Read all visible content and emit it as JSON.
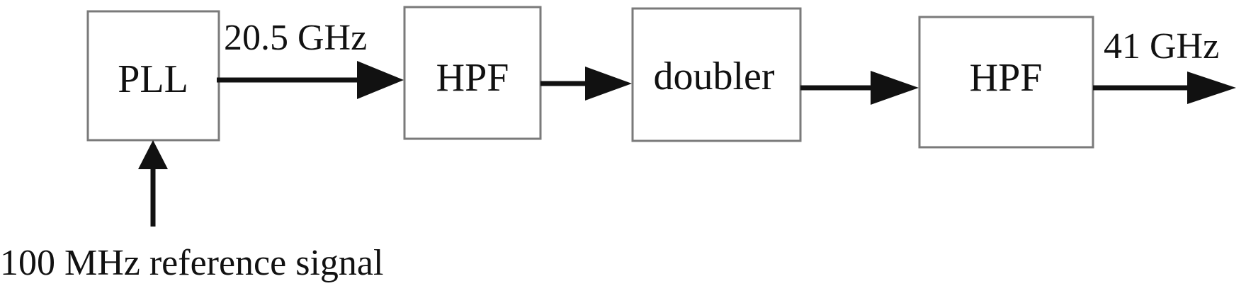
{
  "blocks": {
    "pll": "PLL",
    "hpf_1": "HPF",
    "doubler": "doubler",
    "hpf_2": "HPF"
  },
  "signals": {
    "pll_output": "20.5 GHz",
    "final_output": "41 GHz",
    "reference_input": "100 MHz reference signal"
  },
  "colors": {
    "block_border": "#7a7a7a",
    "arrow": "#111111",
    "text": "#111111",
    "background": "#ffffff"
  }
}
